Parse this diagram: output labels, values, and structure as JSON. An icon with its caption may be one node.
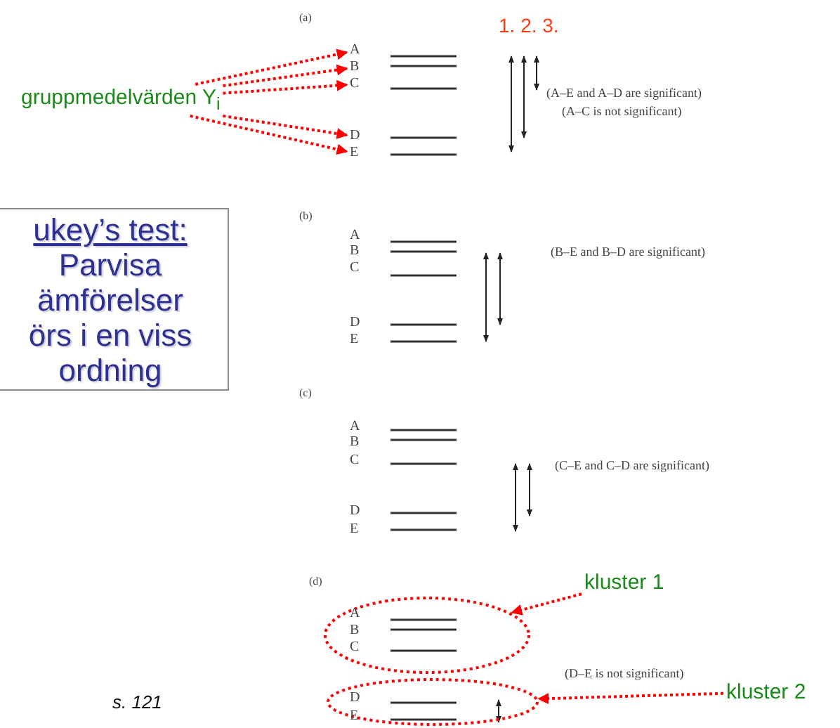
{
  "diagram": {
    "nodes": [
      {
        "text": [
          "ukey’s test:",
          "Parvisa ämförelser örs i en viss ordning"
        ]
      },
      {
        "text": [
          "gruppmedelvärden Y$_{i}$"
        ]
      },
      {
        "text": [
          "A"
        ]
      },
      {
        "text": [
          "B"
        ]
      },
      {
        "text": [
          "C"
        ]
      },
      {
        "text": [
          "D"
        ]
      },
      {
        "text": [
          "E"
        ]
      },
      {
        "text": [],
        "shape": "ellipse"
      },
      {
        "text": [
          "kluster 1"
        ]
      },
      {
        "text": [],
        "shape": "ellipse"
      },
      {
        "text": [
          "kluster 2"
        ]
      }
    ],
    "edges": [
      {
        "from": 1,
        "to": 2,
        "arrow": "to"
      },
      {
        "from": 1,
        "to": 3,
        "arrow": "to"
      },
      {
        "from": 1,
        "to": 4,
        "arrow": "to"
      },
      {
        "from": 1,
        "to": 5,
        "arrow": "to"
      },
      {
        "from": 1,
        "to": 6,
        "arrow": "to"
      },
      {
        "from": 8,
        "to": 7,
        "arrow": "to"
      },
      {
        "from": 10,
        "to": 9,
        "arrow": "to"
      }
    ],
    "labels": [
      "(a)",
      "1. 2. 3.",
      "(A–E and A–D are significant)",
      "(A–C is not significant)",
      "(b)",
      "A",
      "B",
      "C",
      "D",
      "E",
      "(B–E and B–D are significant)",
      "(c)",
      "A",
      "B",
      "C",
      "D",
      "E",
      "(C–E and C–D are significant)",
      "(d)",
      "A",
      "B",
      "C",
      "(D–E is not significant)",
      "D",
      "E",
      "s. 121"
    ]
  }
}
